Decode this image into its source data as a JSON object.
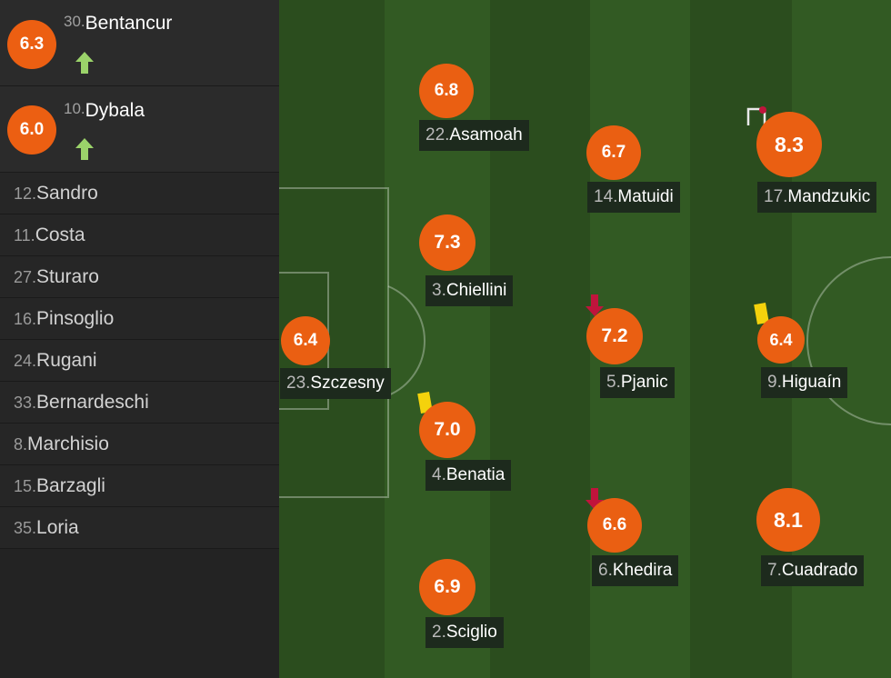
{
  "colors": {
    "rating": "#ea5f12",
    "pitch_dark": "#2b4d1e",
    "pitch_light": "#335a23",
    "sub_on_arrow": "#9bd36a",
    "sub_off_arrow": "#c0143c",
    "yellow_card": "#f4d20c"
  },
  "substitutes_in": [
    {
      "number": "30.",
      "name": "Bentancur",
      "rating": "6.3",
      "icon": "sub-on-arrow-icon"
    },
    {
      "number": "10.",
      "name": "Dybala",
      "rating": "6.0",
      "icon": "sub-on-arrow-icon"
    }
  ],
  "bench": [
    {
      "number": "12.",
      "name": "Sandro"
    },
    {
      "number": "11.",
      "name": "Costa"
    },
    {
      "number": "27.",
      "name": "Sturaro"
    },
    {
      "number": "16.",
      "name": "Pinsoglio"
    },
    {
      "number": "24.",
      "name": "Rugani"
    },
    {
      "number": "33.",
      "name": "Bernardeschi"
    },
    {
      "number": "8.",
      "name": "Marchisio"
    },
    {
      "number": "15.",
      "name": "Barzagli"
    },
    {
      "number": "35.",
      "name": "Loria"
    }
  ],
  "lineup": [
    {
      "number": "23.",
      "name": "Szczesny",
      "rating": "6.4"
    },
    {
      "number": "22.",
      "name": "Asamoah",
      "rating": "6.8"
    },
    {
      "number": "3.",
      "name": "Chiellini",
      "rating": "7.3"
    },
    {
      "number": "4.",
      "name": "Benatia",
      "rating": "7.0",
      "event": "yellow-card-icon"
    },
    {
      "number": "2.",
      "name": "Sciglio",
      "rating": "6.9"
    },
    {
      "number": "14.",
      "name": "Matuidi",
      "rating": "6.7"
    },
    {
      "number": "5.",
      "name": "Pjanic",
      "rating": "7.2",
      "event": "sub-off-arrow-icon"
    },
    {
      "number": "6.",
      "name": "Khedira",
      "rating": "6.6",
      "event": "sub-off-arrow-icon"
    },
    {
      "number": "17.",
      "name": "Mandzukic",
      "rating": "8.3",
      "event": "goal-icon"
    },
    {
      "number": "9.",
      "name": "Higuaín",
      "rating": "6.4",
      "event": "yellow-card-icon"
    },
    {
      "number": "7.",
      "name": "Cuadrado",
      "rating": "8.1"
    }
  ]
}
